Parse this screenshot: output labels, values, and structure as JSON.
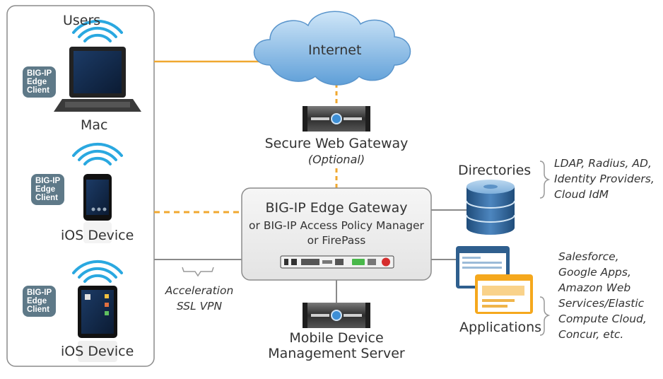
{
  "users_panel": {
    "title": "Users"
  },
  "devices": [
    {
      "name": "Mac",
      "client_label": [
        "BIG-IP",
        "Edge",
        "Client"
      ]
    },
    {
      "name": "iOS Device",
      "client_label": [
        "BIG-IP",
        "Edge",
        "Client"
      ]
    },
    {
      "name": "iOS Device",
      "client_label": [
        "BIG-IP",
        "Edge",
        "Client"
      ]
    }
  ],
  "internet": {
    "label": "Internet"
  },
  "secure_web_gateway": {
    "label": "Secure Web Gateway",
    "sublabel": "(Optional)"
  },
  "edge_gateway": {
    "line1": "BIG-IP Edge Gateway",
    "line2": "or BIG-IP Access Policy Manager",
    "line3": "or FirePass"
  },
  "link_note": {
    "line1": "Acceleration",
    "line2": "SSL VPN"
  },
  "mdm_server": {
    "line1": "Mobile Device",
    "line2": "Management Server"
  },
  "directories": {
    "label": "Directories",
    "notes": [
      "LDAP, Radius, AD,",
      "Identity Providers,",
      "Cloud IdM"
    ]
  },
  "applications": {
    "label": "Applications",
    "notes": [
      "Salesforce,",
      "Google Apps,",
      "Amazon Web",
      "Services/Elastic",
      "Compute Cloud,",
      "Concur, etc."
    ]
  },
  "colors": {
    "dashed_link": "#f0a830",
    "solid_link": "#8a8a8a",
    "bubble": "#5e7988",
    "cloud": "#7fb6e4"
  }
}
